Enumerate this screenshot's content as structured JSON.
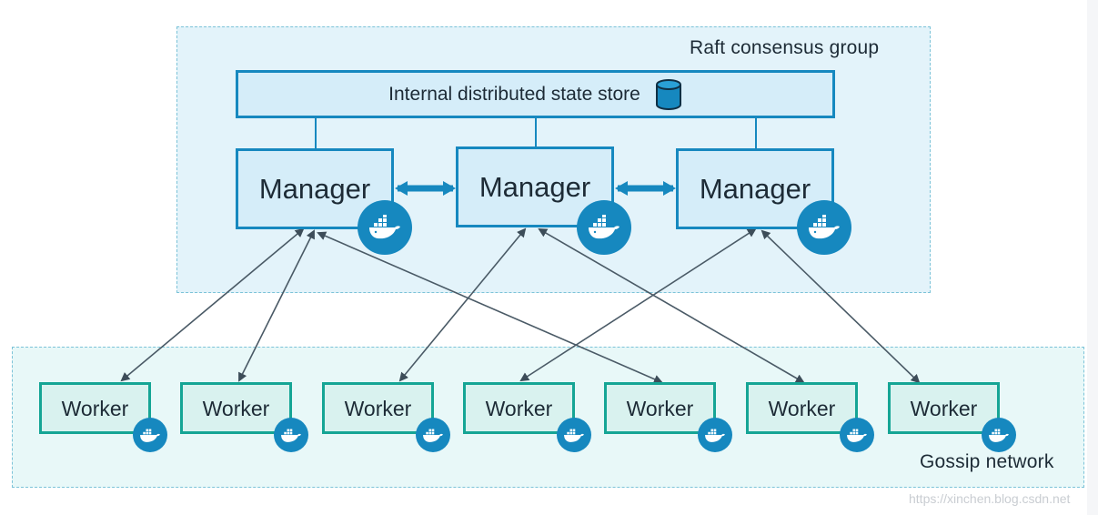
{
  "diagram": {
    "raft_group_label": "Raft consensus group",
    "gossip_group_label": "Gossip network",
    "state_store_label": "Internal distributed state store",
    "managers": [
      {
        "label": "Manager"
      },
      {
        "label": "Manager"
      },
      {
        "label": "Manager"
      }
    ],
    "workers": [
      {
        "label": "Worker"
      },
      {
        "label": "Worker"
      },
      {
        "label": "Worker"
      },
      {
        "label": "Worker"
      },
      {
        "label": "Worker"
      },
      {
        "label": "Worker"
      },
      {
        "label": "Worker"
      }
    ],
    "connections": [
      {
        "from": "manager-1",
        "to": "worker-1"
      },
      {
        "from": "manager-1",
        "to": "worker-2"
      },
      {
        "from": "manager-1",
        "to": "worker-5"
      },
      {
        "from": "manager-2",
        "to": "worker-3"
      },
      {
        "from": "manager-2",
        "to": "worker-6"
      },
      {
        "from": "manager-3",
        "to": "worker-4"
      },
      {
        "from": "manager-3",
        "to": "worker-7"
      }
    ],
    "watermark": "https://xinchen.blog.csdn.net",
    "colors": {
      "manager_border": "#1688bf",
      "worker_border": "#15a595",
      "arrow": "#4a5a66",
      "badge": "#1688bf"
    },
    "icons": [
      "database-icon",
      "docker-whale-icon"
    ]
  }
}
